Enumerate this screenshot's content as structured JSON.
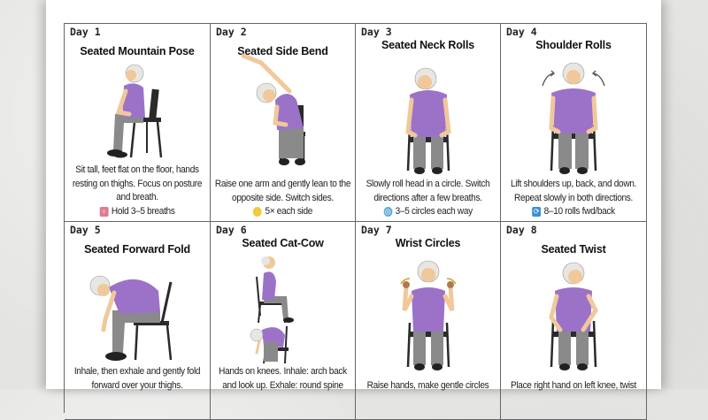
{
  "colors": {
    "shirt": "#9b72c8",
    "pants": "#8a8a8a",
    "hair": "#e8e6e2",
    "skin": "#f0c89a",
    "chair": "#2a2a2a",
    "border": "#666666"
  },
  "days": [
    {
      "day_label": "Day 1",
      "title": "Seated Mountain Pose",
      "description": "Sit tall, feet flat on the floor, hands resting on thighs. Focus on posture and breath.",
      "metric_icon": "meditating-person-icon",
      "metric": "Hold 3–5 breaths"
    },
    {
      "day_label": "Day 2",
      "title": "Seated Side Bend",
      "description": "Raise one arm and gently lean to the opposite side. Switch sides.",
      "metric_icon": "pointing-hand-icon",
      "metric": "5× each side"
    },
    {
      "day_label": "Day 3",
      "title": "Seated Neck Rolls",
      "description": "Slowly roll head in a circle. Switch directions after a few breaths.",
      "metric_icon": "cyclone-icon",
      "metric": "3–5 circles each way"
    },
    {
      "day_label": "Day 4",
      "title": "Shoulder Rolls",
      "description": "Lift shoulders up, back, and down. Repeat slowly in both directions.",
      "metric_icon": "repeat-icon",
      "metric": "8–10 rolls fwd/back"
    },
    {
      "day_label": "Day 5",
      "title": "Seated Forward Fold",
      "description": "Inhale, then exhale and gently fold forward over your thighs."
    },
    {
      "day_label": "Day 6",
      "title": "Seated Cat-Cow",
      "description": "Hands on knees. Inhale: arch back and look up. Exhale: round spine"
    },
    {
      "day_label": "Day 7",
      "title": "Wrist Circles",
      "description": "Raise hands, make gentle circles"
    },
    {
      "day_label": "Day 8",
      "title": "Seated Twist",
      "description": "Place right hand on left knee, twist"
    }
  ]
}
